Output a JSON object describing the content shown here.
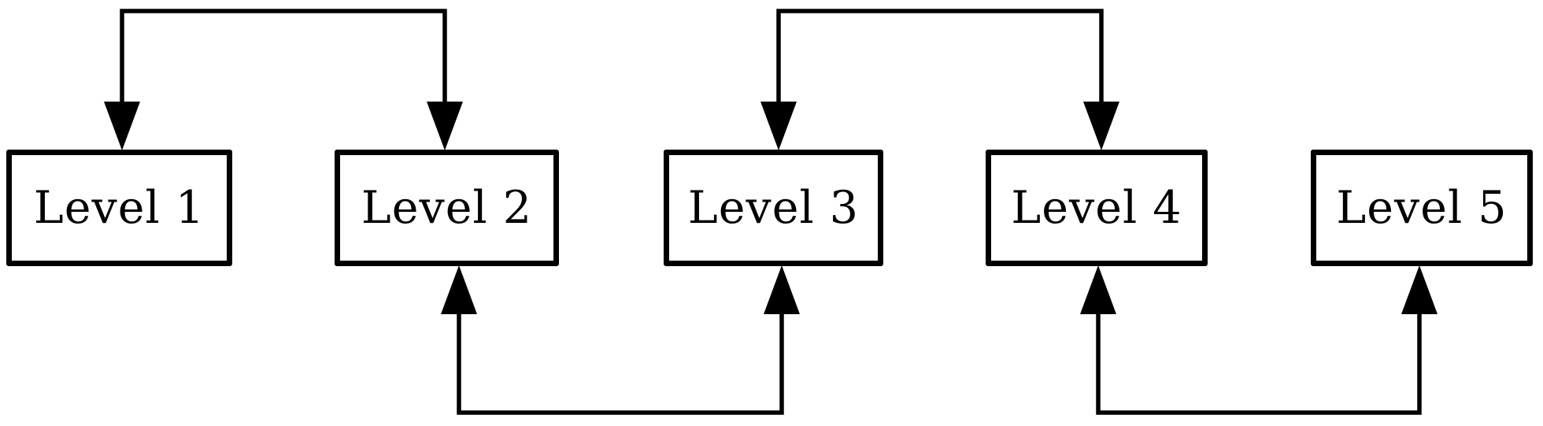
{
  "diagram": {
    "background_color": "#ffffff",
    "line_color": "#000000",
    "box_fill_color": "#ffffff",
    "text_color": "#000000",
    "boxes": [
      {
        "id": "level-1",
        "label": "Level 1"
      },
      {
        "id": "level-2",
        "label": "Level 2"
      },
      {
        "id": "level-3",
        "label": "Level 3"
      },
      {
        "id": "level-4",
        "label": "Level 4"
      },
      {
        "id": "level-5",
        "label": "Level 5"
      }
    ],
    "connectors": [
      {
        "id": "top-bracket-1",
        "route": "above",
        "between": [
          "Level 1",
          "Level 2"
        ],
        "arrowheads": "both ends, pointing down into the top edge of each box"
      },
      {
        "id": "top-bracket-2",
        "route": "above",
        "between": [
          "Level 3",
          "Level 4"
        ],
        "arrowheads": "both ends, pointing down into the top edge of each box"
      },
      {
        "id": "bottom-bracket-1",
        "route": "below",
        "between": [
          "Level 2",
          "Level 3"
        ],
        "arrowheads": "both ends, pointing up into the bottom edge of each box"
      },
      {
        "id": "bottom-bracket-2",
        "route": "below",
        "between": [
          "Level 4",
          "Level 5"
        ],
        "arrowheads": "both ends, pointing up into the bottom edge of each box"
      }
    ]
  }
}
